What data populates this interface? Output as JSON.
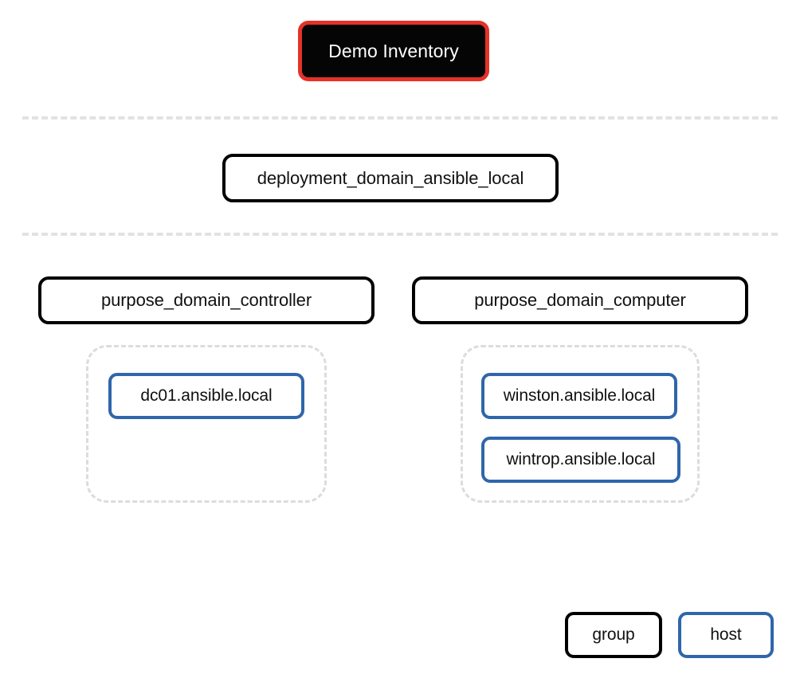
{
  "diagram": {
    "title": "Demo Inventory",
    "type": "ansible-inventory-tree",
    "background_color": "#ffffff",
    "colors": {
      "root_fill": "#050505",
      "root_border": "#e53228",
      "root_text": "#ffffff",
      "group_border": "#000000",
      "host_border": "#2f66ab",
      "separator": "#e2e2e2",
      "host_container_border": "#dcdcdc",
      "text": "#111111"
    }
  },
  "root": {
    "label": "Demo Inventory"
  },
  "separators": [
    {
      "name": "rank-separator-1"
    },
    {
      "name": "rank-separator-2"
    }
  ],
  "deployment": {
    "label": "deployment_domain_ansible_local"
  },
  "groups": [
    {
      "label": "purpose_domain_controller",
      "hosts": [
        {
          "label": "dc01.ansible.local"
        }
      ]
    },
    {
      "label": "purpose_domain_computer",
      "hosts": [
        {
          "label": "winston.ansible.local"
        },
        {
          "label": "wintrop.ansible.local"
        }
      ]
    }
  ],
  "legend": {
    "group_label": "group",
    "host_label": "host"
  }
}
